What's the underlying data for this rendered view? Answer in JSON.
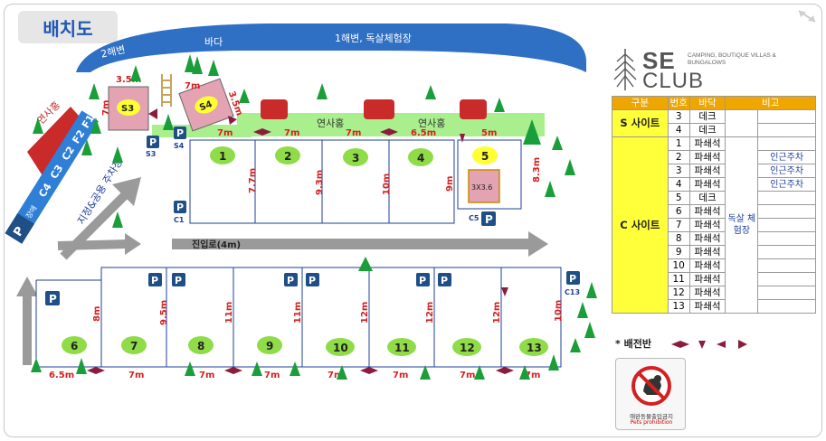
{
  "title": "배치도",
  "sea": {
    "beach2": "2해변",
    "sea": "바다",
    "beach1": "1해변, 독살체험장"
  },
  "zones": {
    "lotus_left": "연사홍",
    "lotus_mid": "연사홍",
    "lotus_right": "연사홍",
    "parking_zone": "지정&공용 주차장",
    "road": "진입로(4m)"
  },
  "s_sites": [
    {
      "label": "S3",
      "dim_top": "3.5m",
      "dim_side": "7m"
    },
    {
      "label": "S4",
      "dim_top": "7m",
      "dim_side": "3.5m"
    }
  ],
  "parking_spots": [
    "P",
    "P",
    "P",
    "P",
    "P",
    "P",
    "P",
    "P",
    "P",
    "P",
    "P",
    "P"
  ],
  "parking_labels": {
    "s3": "S3",
    "s4": "S4",
    "c1": "C1",
    "c5": "C5",
    "c13": "C13",
    "left_strip": "P",
    "left_strip_small": "장애"
  },
  "parking_slots": [
    "C4",
    "C3",
    "C2",
    "F2",
    "F1"
  ],
  "upper_sites": [
    {
      "num": "1",
      "width": "7m",
      "depth": "7.7m"
    },
    {
      "num": "2",
      "width": "7m",
      "depth": "9.3m"
    },
    {
      "num": "3",
      "width": "7m",
      "depth": "10m"
    },
    {
      "num": "4",
      "width": "6.5m",
      "depth": "9m"
    },
    {
      "num": "5",
      "width": "5m",
      "depth": "8.3m",
      "deck": "3X3.6"
    }
  ],
  "lower_sites": [
    {
      "num": "6",
      "width": "6.5m",
      "depth": "8m"
    },
    {
      "num": "7",
      "width": "7m",
      "depth": "9.5m"
    },
    {
      "num": "8",
      "width": "7m",
      "depth": "11m"
    },
    {
      "num": "9",
      "width": "7m",
      "depth": "11m"
    },
    {
      "num": "10",
      "width": "7m",
      "depth": "12m"
    },
    {
      "num": "11",
      "width": "7m",
      "depth": "12m"
    },
    {
      "num": "12",
      "width": "7m",
      "depth": "12m"
    },
    {
      "num": "13",
      "width": "7m",
      "depth": "10m"
    }
  ],
  "brand": {
    "se": "SE",
    "club": "CLUB",
    "tagline": "CAMPING, BOUTIQUE VILLAS & BUNGALOWS"
  },
  "legend": {
    "headers": [
      "구분",
      "번호",
      "바닥",
      "비고"
    ],
    "s_label": "S 사이트",
    "c_label": "C 사이트",
    "c_note": "독살 체험장",
    "s_rows": [
      {
        "num": "3",
        "floor": "데크",
        "note": ""
      },
      {
        "num": "4",
        "floor": "데크",
        "note": ""
      }
    ],
    "c_rows": [
      {
        "num": "1",
        "floor": "파쇄석",
        "note": ""
      },
      {
        "num": "2",
        "floor": "파쇄석",
        "note": "인근주차"
      },
      {
        "num": "3",
        "floor": "파쇄석",
        "note": "인근주차"
      },
      {
        "num": "4",
        "floor": "파쇄석",
        "note": "인근주차"
      },
      {
        "num": "5",
        "floor": "데크",
        "note": ""
      },
      {
        "num": "6",
        "floor": "파쇄석",
        "note": ""
      },
      {
        "num": "7",
        "floor": "파쇄석",
        "note": ""
      },
      {
        "num": "8",
        "floor": "파쇄석",
        "note": ""
      },
      {
        "num": "9",
        "floor": "파쇄석",
        "note": ""
      },
      {
        "num": "10",
        "floor": "파쇄석",
        "note": ""
      },
      {
        "num": "11",
        "floor": "파쇄석",
        "note": ""
      },
      {
        "num": "12",
        "floor": "파쇄석",
        "note": ""
      },
      {
        "num": "13",
        "floor": "파쇄석",
        "note": ""
      }
    ]
  },
  "power_label": "* 배전반",
  "pets": {
    "line1": "애완동물출입금지",
    "line2": "Pets prohibition"
  },
  "colors": {
    "sea": "#2f6fc4",
    "lawn": "#a9ef8e",
    "site_oval": "#8fdc48",
    "deck_oval": "#ffff33",
    "parking": "#1f4f86",
    "tree": "#1a9e3a",
    "flowers": "#c92a2a",
    "arrow": "#9a9a9a",
    "dim_text": "#d32020",
    "power_box": "#8a1d3d"
  }
}
